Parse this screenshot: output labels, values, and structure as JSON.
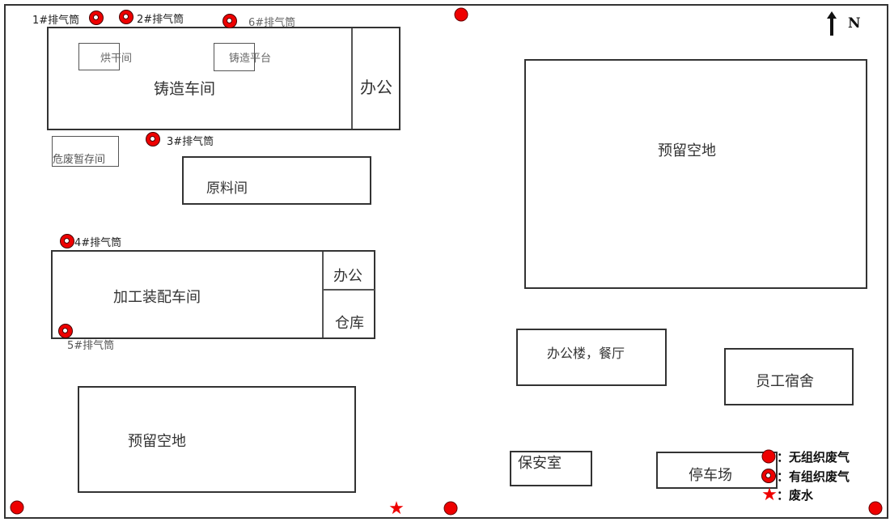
{
  "north": "N",
  "buildings": {
    "casting": "铸造车间",
    "casting_office": "办公",
    "drying": "烘干间",
    "casting_platform": "铸造平台",
    "hazwaste": "危废暂存间",
    "raw": "原料间",
    "assembly": "加工装配车间",
    "assembly_office": "办公",
    "warehouse": "仓库",
    "reserved_left": "预留空地",
    "reserved_right": "预留空地",
    "office_building": "办公楼，餐厅",
    "dorm": "员工宿舍",
    "guard": "保安室",
    "parking": "停车场"
  },
  "stacks": {
    "s1": "1#排气筒",
    "s2": "2#排气筒",
    "s3": "3#排气筒",
    "s4": "4#排气筒",
    "s5": "5#排气筒",
    "s6": "6#排气筒"
  },
  "legend": {
    "fugitive": "：无组织废气",
    "organized": "：有组织废气",
    "wastewater": "：废水"
  },
  "colors": {
    "marker": "#e00000"
  }
}
